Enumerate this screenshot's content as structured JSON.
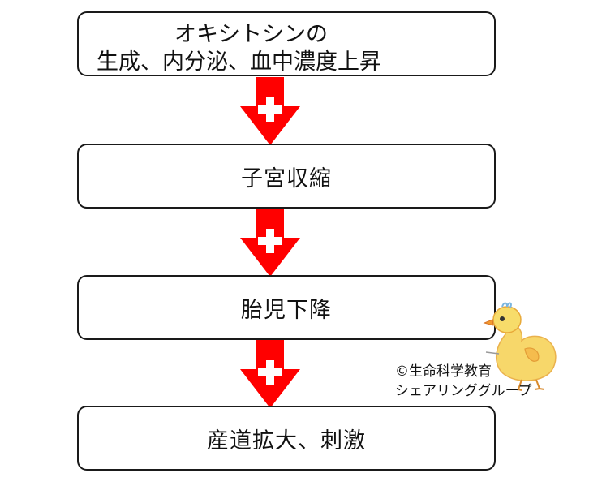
{
  "steps": [
    {
      "line1": "オキシトシンの",
      "line2": "生成、内分泌、血中濃度上昇"
    },
    {
      "label": "子宮収縮"
    },
    {
      "label": "胎児下降"
    },
    {
      "label": "産道拡大、刺激"
    }
  ],
  "credit": {
    "line1": "©生命科学教育",
    "line2": "シェアリンググループ"
  },
  "colors": {
    "arrow": "#ff0000",
    "plus": "#ffffff",
    "border": "#1a1a1a"
  }
}
